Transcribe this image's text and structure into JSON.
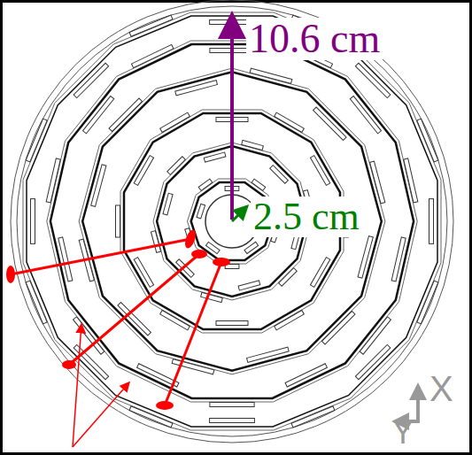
{
  "diagram": {
    "labels": [
      "10.6 cm",
      "2.5 cm",
      "X",
      "Y"
    ]
  }
}
